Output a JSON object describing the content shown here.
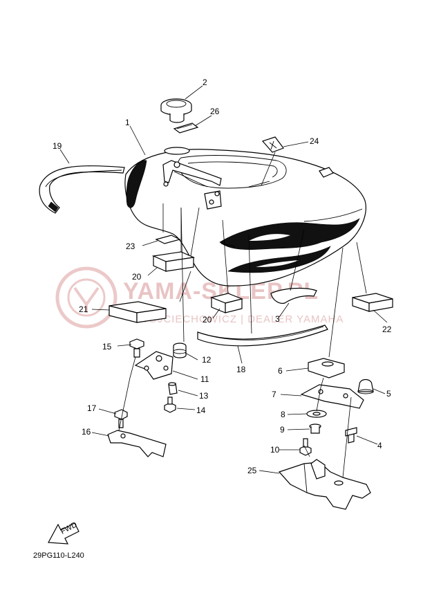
{
  "watermark": {
    "brand": "YAMA-SKLEP.PL",
    "subtitle": "WOJCIECHOWICZ | DEALER YAMAHA",
    "color": "#e9c4c4"
  },
  "diagram_code": "29PG110-L240",
  "fwd_label": "FWD",
  "callouts": {
    "c1": "1",
    "c2": "2",
    "c3": "3",
    "c4": "4",
    "c5": "5",
    "c6": "6",
    "c7": "7",
    "c8": "8",
    "c9": "9",
    "c10": "10",
    "c11": "11",
    "c12": "12",
    "c13": "13",
    "c14": "14",
    "c15": "15",
    "c16": "16",
    "c17": "17",
    "c18": "18",
    "c19": "19",
    "c20a": "20",
    "c20b": "20",
    "c21": "21",
    "c22": "22",
    "c23": "23",
    "c24": "24",
    "c25": "25",
    "c26": "26"
  }
}
